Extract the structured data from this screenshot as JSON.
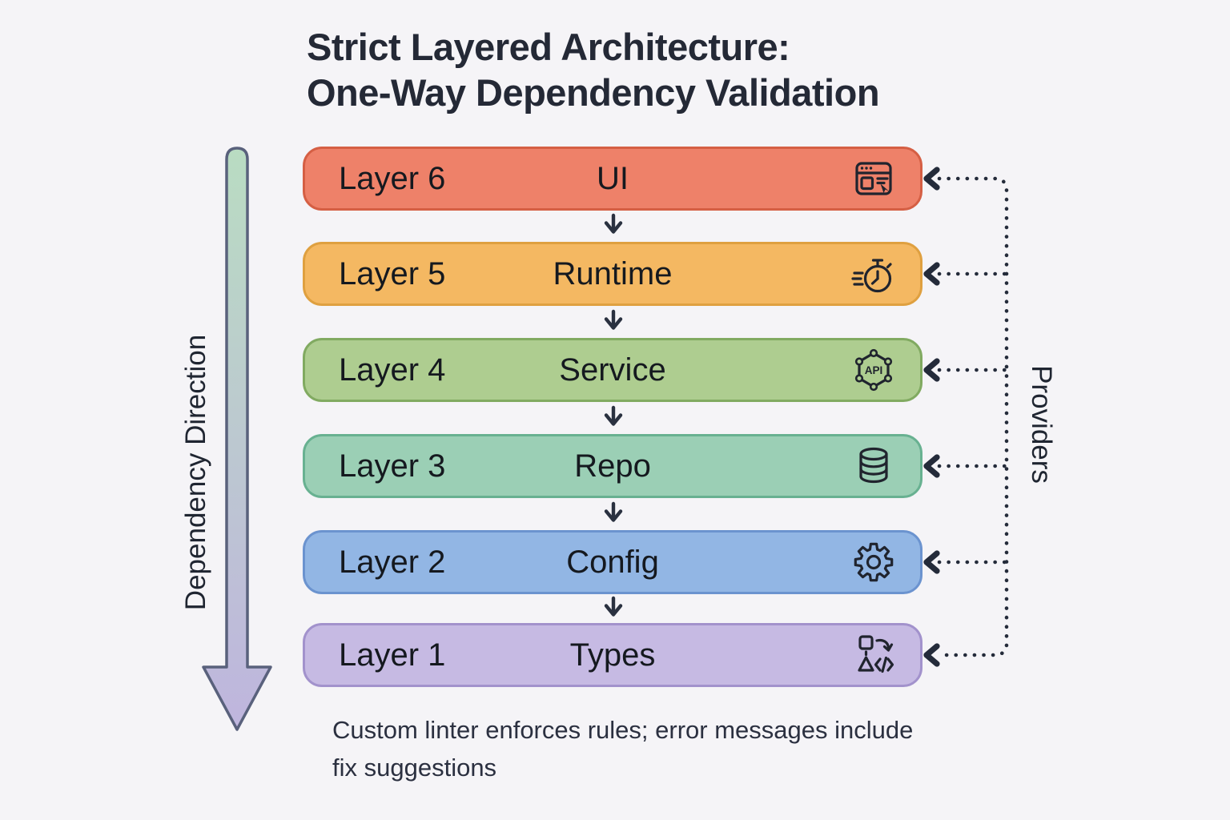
{
  "title": {
    "line1": "Strict Layered Architecture:",
    "line2": "One-Way Dependency Validation"
  },
  "left_axis": {
    "label": "Dependency Direction"
  },
  "right_axis": {
    "label": "Providers"
  },
  "caption": {
    "line1": "Custom linter enforces rules; error messages include",
    "line2": "fix suggestions"
  },
  "layers": [
    {
      "label": "Layer 6",
      "name": "UI",
      "icon": "browser-window-icon",
      "fill": "#ee8169",
      "border": "#d55f44"
    },
    {
      "label": "Layer 5",
      "name": "Runtime",
      "icon": "stopwatch-icon",
      "fill": "#f4b862",
      "border": "#dfa040"
    },
    {
      "label": "Layer 4",
      "name": "Service",
      "icon": "api-hexagon-icon",
      "icon_text": "API",
      "fill": "#aecd90",
      "border": "#81aa61"
    },
    {
      "label": "Layer 3",
      "name": "Repo",
      "icon": "database-icon",
      "fill": "#9bcfb5",
      "border": "#68b191"
    },
    {
      "label": "Layer 2",
      "name": "Config",
      "icon": "gear-icon",
      "fill": "#92b6e4",
      "border": "#6b93cf"
    },
    {
      "label": "Layer 1",
      "name": "Types",
      "icon": "types-shapes-icon",
      "fill": "#c6bae3",
      "border": "#a292cc"
    }
  ],
  "colors": {
    "background": "#f5f4f7",
    "ink": "#222835",
    "dependency_arrow_gradient_top": "#b9dcc2",
    "dependency_arrow_gradient_bottom": "#bfb5de",
    "dependency_arrow_outline": "#59617c"
  }
}
